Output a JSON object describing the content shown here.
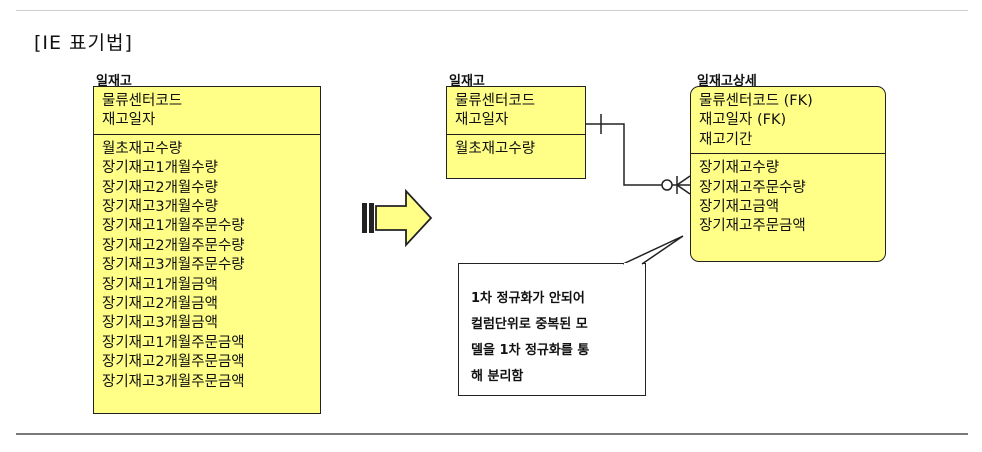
{
  "heading": "[IE 표기법]",
  "left_entity": {
    "title": "일재고",
    "keys": [
      "물류센터코드",
      "재고일자"
    ],
    "attributes": [
      "월초재고수량",
      "장기재고1개월수량",
      "장기재고2개월수량",
      "장기재고3개월수량",
      "장기재고1개월주문수량",
      "장기재고2개월주문수량",
      "장기재고3개월주문수량",
      "장기재고1개월금액",
      "장기재고2개월금액",
      "장기재고3개월금액",
      "장기재고1개월주문금액",
      "장기재고2개월주문금액",
      "장기재고3개월주문금액"
    ]
  },
  "mid_entity": {
    "title": "일재고",
    "keys": [
      "물류센터코드",
      "재고일자"
    ],
    "attributes": [
      "월초재고수량"
    ]
  },
  "right_entity": {
    "title": "일재고상세",
    "keys": [
      "물류센터코드 (FK)",
      "재고일자 (FK)",
      "재고기간"
    ],
    "attributes": [
      "장기재고수량",
      "장기재고주문수량",
      "장기재고금액",
      "장기재고주문금액"
    ]
  },
  "note": {
    "lines": [
      "1차 정규화가 안되어",
      "컬럼단위로 중복된 모",
      "델을 1차 정규화를 통",
      "해 분리함"
    ]
  }
}
